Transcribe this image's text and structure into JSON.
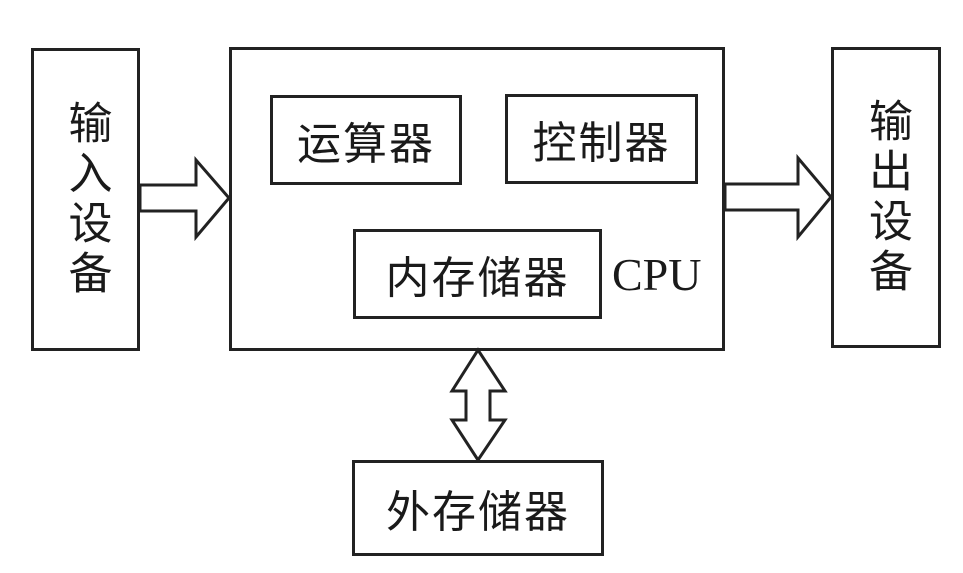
{
  "diagram": {
    "nodes": {
      "input_device": "输入设备",
      "cpu": "CPU",
      "alu": "运算器",
      "controller": "控制器",
      "internal_memory": "内存储器",
      "output_device": "输出设备",
      "external_memory": "外存储器"
    },
    "edges": [
      {
        "from": "input_device",
        "to": "cpu",
        "type": "single-arrow"
      },
      {
        "from": "cpu",
        "to": "output_device",
        "type": "single-arrow"
      },
      {
        "from": "cpu",
        "to": "external_memory",
        "type": "double-arrow"
      }
    ],
    "colors": {
      "stroke": "#222222",
      "background": "#ffffff"
    }
  }
}
